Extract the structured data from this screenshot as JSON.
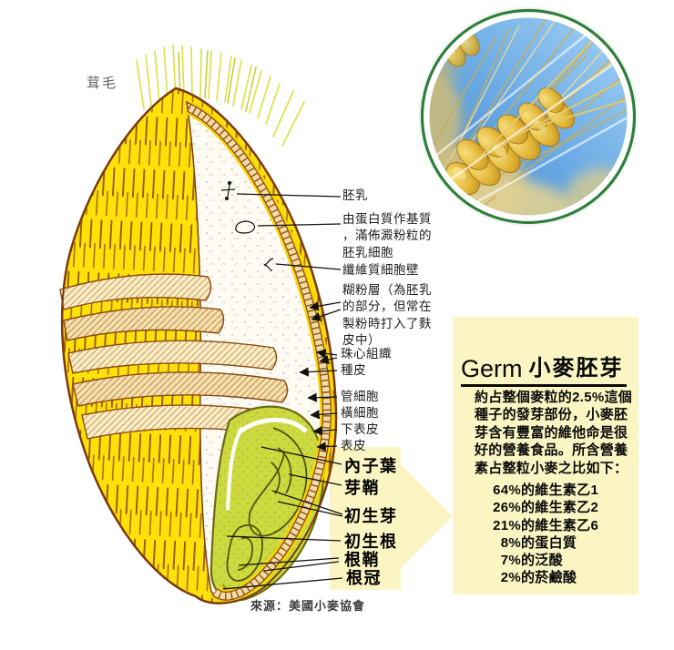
{
  "diagram": {
    "subject": "wheat kernel cross-section",
    "hairs_label": "茸毛",
    "labels": {
      "endosperm": "胚乳",
      "endosperm_cells": "由蛋白質作基質，滿佈澱粉粒的胚乳細胞",
      "fiber_cell_wall": "纖維質細胞壁",
      "aleurone_layer": "糊粉層（為胚乳的部分，但常在製粉時打入了麩皮中）",
      "nucellar_tissue": "珠心組織",
      "seed_coat": "種皮",
      "tube_cells": "管細胞",
      "cross_cells": "橫細胞",
      "hypodermis": "下表皮",
      "epidermis": "表皮",
      "scutellum": "內子葉",
      "coleoptile": "芽鞘",
      "plumule": "初生芽",
      "primary_root": "初生根",
      "root_sheath": "根鞘",
      "root_cap": "根冠"
    }
  },
  "germ_panel": {
    "heading_en": "Germ",
    "heading_zh": "小麥胚芽",
    "description": "約占整個麥粒的2.5%這個種子的發芽部份，小麥胚芽含有豐富的維他命是很好的營養食品。所含營養素占整粒小麥之比如下：",
    "nutrients": [
      {
        "value": "64%",
        "label": "的維生素乙1"
      },
      {
        "value": "26%",
        "label": "的維生素乙2"
      },
      {
        "value": "21%",
        "label": "的維生素乙6"
      },
      {
        "value": "8%",
        "label": "的蛋白質"
      },
      {
        "value": "7%",
        "label": "的泛酸"
      },
      {
        "value": "2%",
        "label": "的菸鹼酸"
      }
    ]
  },
  "source": "來源：美國小麥協會",
  "colors": {
    "panel_bg": "#FAF5C2",
    "arrow": "#FAF5C2",
    "kernel_yellow": "#FFE10A",
    "kernel_outline": "#7A3B10",
    "germ_green": "#CCD93F",
    "photo_ring_green": "#2F7E3C",
    "sky_blue": "#66A8E4"
  }
}
